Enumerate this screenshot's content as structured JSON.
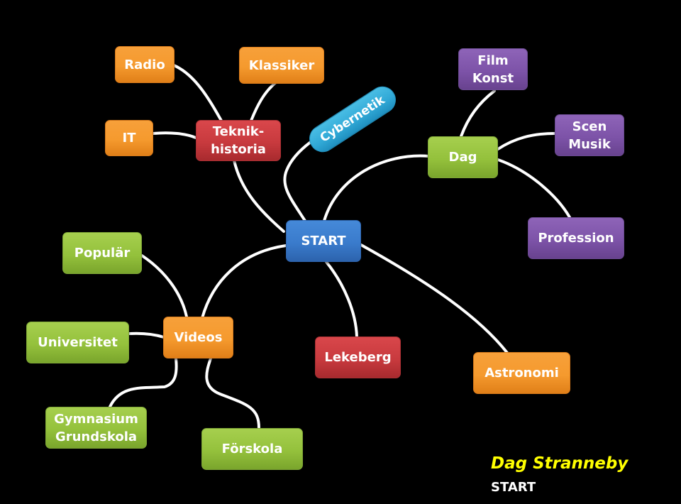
{
  "title": "Mind map",
  "center": {
    "id": "start",
    "label": "START",
    "color": "#3a7bcc"
  },
  "nodes": [
    {
      "id": "radio",
      "label": "Radio",
      "color": "#f59a2e"
    },
    {
      "id": "klassiker",
      "label": "Klassiker",
      "color": "#f59a2e"
    },
    {
      "id": "it",
      "label": "IT",
      "color": "#f59a2e"
    },
    {
      "id": "teknikhistoria",
      "label": "Teknik-\nhistoria",
      "color": "#c83a3e"
    },
    {
      "id": "cybernetik",
      "label": "Cybernetik",
      "color": "#30a8d6"
    },
    {
      "id": "filmkonst",
      "label": "Film\nKonst",
      "color": "#7d53a8"
    },
    {
      "id": "dag",
      "label": "Dag",
      "color": "#94c13c"
    },
    {
      "id": "scenmusik",
      "label": "Scen\nMusik",
      "color": "#7d53a8"
    },
    {
      "id": "profession",
      "label": "Profession",
      "color": "#7d53a8"
    },
    {
      "id": "popular",
      "label": "Populär",
      "color": "#94c13c"
    },
    {
      "id": "videos",
      "label": "Videos",
      "color": "#f59a2e"
    },
    {
      "id": "universitet",
      "label": "Universitet",
      "color": "#94c13c"
    },
    {
      "id": "lekeberg",
      "label": "Lekeberg",
      "color": "#c83a3e"
    },
    {
      "id": "astronomi",
      "label": "Astronomi",
      "color": "#f59a2e"
    },
    {
      "id": "gymnasium",
      "label": "Gymnasium\nGrundskola",
      "color": "#94c13c"
    },
    {
      "id": "forskola",
      "label": "Förskola",
      "color": "#94c13c"
    }
  ],
  "edges": [
    [
      "start",
      "teknikhistoria"
    ],
    [
      "start",
      "cybernetik"
    ],
    [
      "start",
      "dag"
    ],
    [
      "start",
      "videos"
    ],
    [
      "start",
      "lekeberg"
    ],
    [
      "start",
      "astronomi"
    ],
    [
      "teknikhistoria",
      "radio"
    ],
    [
      "teknikhistoria",
      "klassiker"
    ],
    [
      "teknikhistoria",
      "it"
    ],
    [
      "dag",
      "filmkonst"
    ],
    [
      "dag",
      "scenmusik"
    ],
    [
      "dag",
      "profession"
    ],
    [
      "videos",
      "popular"
    ],
    [
      "videos",
      "universitet"
    ],
    [
      "videos",
      "gymnasium"
    ],
    [
      "videos",
      "forskola"
    ]
  ],
  "footer": {
    "author": "Dag Stranneby",
    "subtitle": "START"
  }
}
